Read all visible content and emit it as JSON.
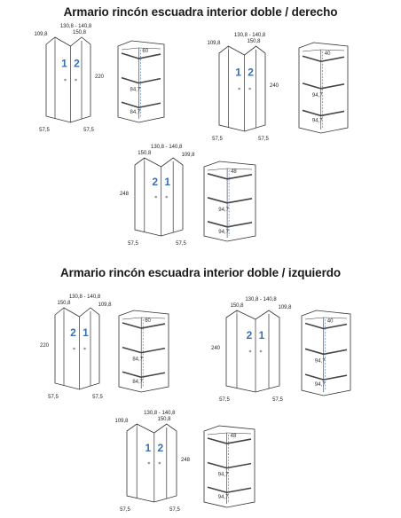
{
  "sections": [
    {
      "title": "Armario rincón escuadra interior doble / derecho",
      "modules": [
        {
          "door_numbers": [
            "1",
            "2"
          ],
          "heights": {
            "h": "220"
          },
          "top_dims": {
            "range": "130,8 - 140,8",
            "wide": "150,8",
            "narrow": "109,8"
          },
          "bottom_dims": {
            "left": "57,5",
            "right": "57,5"
          },
          "shelf_dims": [
            "60",
            "84,7",
            "84,7"
          ]
        },
        {
          "door_numbers": [
            "1",
            "2"
          ],
          "heights": {
            "h": "240"
          },
          "top_dims": {
            "range": "130,8 - 140,8",
            "wide": "150,8",
            "narrow": "109,8"
          },
          "bottom_dims": {
            "left": "57,5",
            "right": "57,5"
          },
          "shelf_dims": [
            "40",
            "94,7",
            "94,7"
          ]
        },
        {
          "door_numbers": [
            "2",
            "1"
          ],
          "heights": {
            "h": "248"
          },
          "top_dims": {
            "range": "130,8 - 140,8",
            "wide": "150,8",
            "narrow": "109,8"
          },
          "bottom_dims": {
            "left": "57,5",
            "right": "57,5"
          },
          "shelf_dims": [
            "48",
            "94,7",
            "94,7"
          ]
        }
      ]
    },
    {
      "title": "Armario rincón escuadra interior doble / izquierdo",
      "modules": [
        {
          "door_numbers": [
            "2",
            "1"
          ],
          "heights": {
            "h": "220"
          },
          "top_dims": {
            "range": "130,8 - 140,8",
            "wide": "150,8",
            "narrow": "109,8"
          },
          "bottom_dims": {
            "left": "57,5",
            "right": "57,5"
          },
          "shelf_dims": [
            "60",
            "84,7",
            "84,7"
          ]
        },
        {
          "door_numbers": [
            "2",
            "1"
          ],
          "heights": {
            "h": "240"
          },
          "top_dims": {
            "range": "130,8 - 140,8",
            "wide": "150,8",
            "narrow": "109,8"
          },
          "bottom_dims": {
            "left": "57,5",
            "right": "57,5"
          },
          "shelf_dims": [
            "40",
            "94,7",
            "94,7"
          ]
        },
        {
          "door_numbers": [
            "1",
            "2"
          ],
          "heights": {
            "h": "248"
          },
          "top_dims": {
            "range": "130,8 - 140,8",
            "wide": "150,8",
            "narrow": "109,8"
          },
          "bottom_dims": {
            "left": "57,5",
            "right": "57,5"
          },
          "shelf_dims": [
            "48",
            "94,7",
            "94,7"
          ]
        }
      ]
    }
  ]
}
